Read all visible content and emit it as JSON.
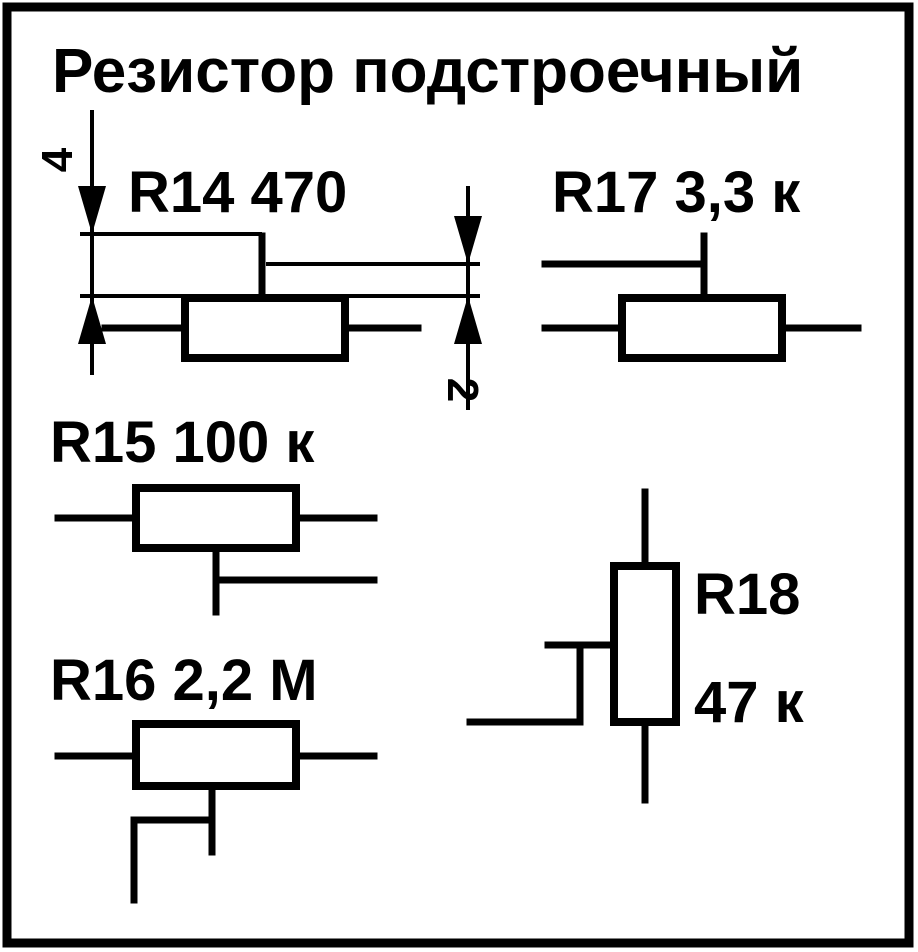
{
  "title": "Резистор подстроечный",
  "components": {
    "r14": {
      "label": "R14 470"
    },
    "r15": {
      "label": "R15 100 к"
    },
    "r16": {
      "label": "R16 2,2 М"
    },
    "r17": {
      "label": "R17 3,3 к"
    },
    "r18": {
      "label": "R18",
      "value": "47 к"
    }
  },
  "dimensions": {
    "d1": "4",
    "d2": "2"
  },
  "colors": {
    "ink": "#000000",
    "paper": "#ffffff"
  }
}
